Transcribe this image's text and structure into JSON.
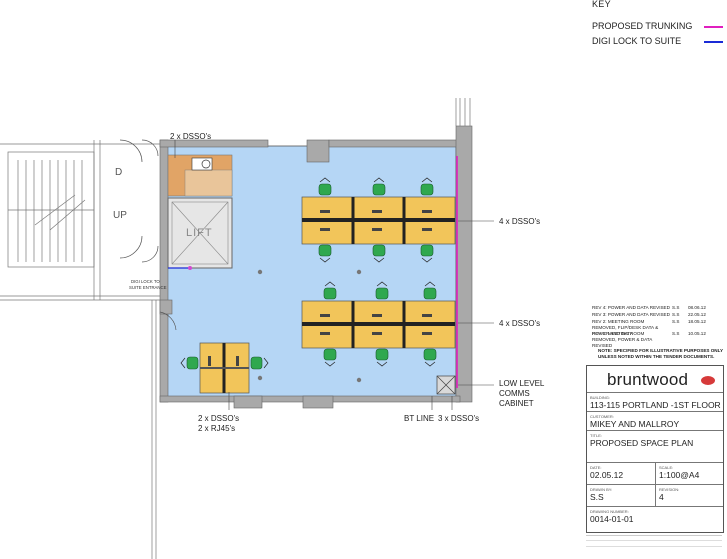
{
  "key": {
    "title": "KEY",
    "items": [
      {
        "label": "PROPOSED TRUNKING",
        "color": "#e01fbf"
      },
      {
        "label": "DIGI LOCK TO SUITE",
        "color": "#1a2bd6"
      }
    ]
  },
  "plan": {
    "stair_labels": {
      "down": "D",
      "up": "UP"
    },
    "lift_label": "LIFT",
    "digi_lock_note": [
      "DIGI LOCK TO",
      "SUITE ENTRANCE"
    ],
    "dsso_top_left": "2 x DSSO's",
    "dsso_right_upper": "4 x DSSO's",
    "dsso_right_lower": "4 x DSSO's",
    "bottom_left_labels": [
      "2 x DSSO's",
      "2 x RJ45's"
    ],
    "bt_line": "BT LINE",
    "dsso_bottom_right": "3 x DSSO's",
    "comms_cabinet": [
      "LOW LEVEL",
      "COMMS",
      "CABINET"
    ],
    "colors": {
      "floor": "#b5d6f5",
      "desk": "#f2c55a",
      "chair": "#2fa84f",
      "trunking": "#e01fbf",
      "wall": "#a9a9a9",
      "kitchen": "#e1a466"
    }
  },
  "revisions": [
    {
      "text": "REV 4: POWER AND DATA REVISED",
      "by": "S.S",
      "date": "08.06.12"
    },
    {
      "text": "REV 3: POWER AND DATA REVISED",
      "by": "S.S",
      "date": "22.05.12"
    },
    {
      "text": "REV 2: MEETING ROOM REMOVED, FLIP/DESK DATA & POWER AND DATA",
      "by": "S.S",
      "date": "18.05.12"
    },
    {
      "text": "REV 1: MEETING ROOM REMOVED, POWER & DATA REVISED",
      "by": "S.S",
      "date": "10.05.12"
    }
  ],
  "note": [
    "NOTE: SPECIFIED FOR ILLUSTRATIVE PURPOSES ONLY",
    "UNLESS NOTED WITHIN THE TENDER DOCUMENTS."
  ],
  "title_block": {
    "brand": "bruntwood",
    "building_label": "BUILDING:",
    "building": "113-115 PORTLAND -1ST FLOOR",
    "customer_label": "CUSTOMER:",
    "customer": "MIKEY AND MALLROY",
    "title_label": "TITLE:",
    "title": "PROPOSED SPACE PLAN",
    "date_label": "DATE:",
    "date": "02.05.12",
    "scale_label": "SCALE:",
    "scale": "1:100@A4",
    "drawn_label": "DRAWN BY:",
    "drawn": "S.S",
    "revision_label": "REVISION:",
    "revision": "4",
    "drawing_label": "DRAWING NUMBER:",
    "drawing": "0014-01-01"
  }
}
